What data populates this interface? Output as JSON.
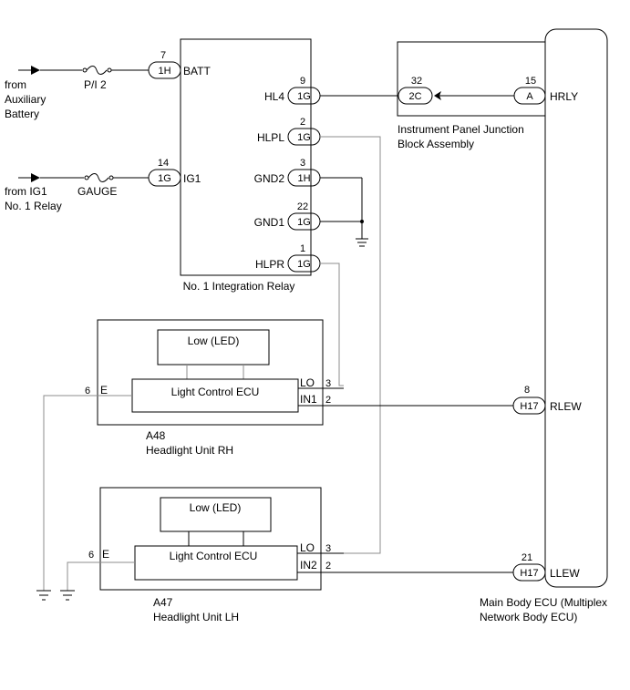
{
  "sources": {
    "battery_from": "from",
    "battery_line1": "Auxiliary",
    "battery_line2": "Battery",
    "ig1_line1": "from IG1",
    "ig1_line2": "No. 1 Relay"
  },
  "fuses": {
    "pi2": "P/I 2",
    "gauge": "GAUGE"
  },
  "integration_relay": {
    "name": "No. 1 Integration Relay",
    "pins": [
      {
        "num": "7",
        "conn": "1H",
        "term": "BATT"
      },
      {
        "num": "14",
        "conn": "1G",
        "term": "IG1"
      },
      {
        "num": "9",
        "conn": "1G",
        "term": "HL4"
      },
      {
        "num": "2",
        "conn": "1G",
        "term": "HLPL"
      },
      {
        "num": "3",
        "conn": "1H",
        "term": "GND2"
      },
      {
        "num": "22",
        "conn": "1G",
        "term": "GND1"
      },
      {
        "num": "1",
        "conn": "1G",
        "term": "HLPR"
      }
    ]
  },
  "junction_block": {
    "name_line1": "Instrument Panel Junction",
    "name_line2": "Block Assembly",
    "pin_in": {
      "num": "32",
      "conn": "2C"
    },
    "pin_out": {
      "num": "15",
      "conn": "A"
    }
  },
  "main_ecu": {
    "name_line1": "Main Body ECU (Multiplex",
    "name_line2": "Network Body ECU)",
    "pins": [
      {
        "term": "HRLY"
      },
      {
        "num": "8",
        "conn": "H17",
        "term": "RLEW"
      },
      {
        "num": "21",
        "conn": "H17",
        "term": "LLEW"
      }
    ]
  },
  "headlight_rh": {
    "code": "A48",
    "name": "Headlight Unit RH",
    "led": "Low (LED)",
    "ecu": "Light Control ECU",
    "pin_e": {
      "num": "6",
      "term": "E"
    },
    "pin_lo": {
      "num": "3",
      "term": "LO"
    },
    "pin_in": {
      "num": "2",
      "term": "IN1"
    }
  },
  "headlight_lh": {
    "code": "A47",
    "name": "Headlight Unit LH",
    "led": "Low (LED)",
    "ecu": "Light Control ECU",
    "pin_e": {
      "num": "6",
      "term": "E"
    },
    "pin_lo": {
      "num": "3",
      "term": "LO"
    },
    "pin_in": {
      "num": "2",
      "term": "IN2"
    }
  },
  "colors": {
    "wire": "#000000",
    "gray_wire": "#8c8c8c"
  }
}
